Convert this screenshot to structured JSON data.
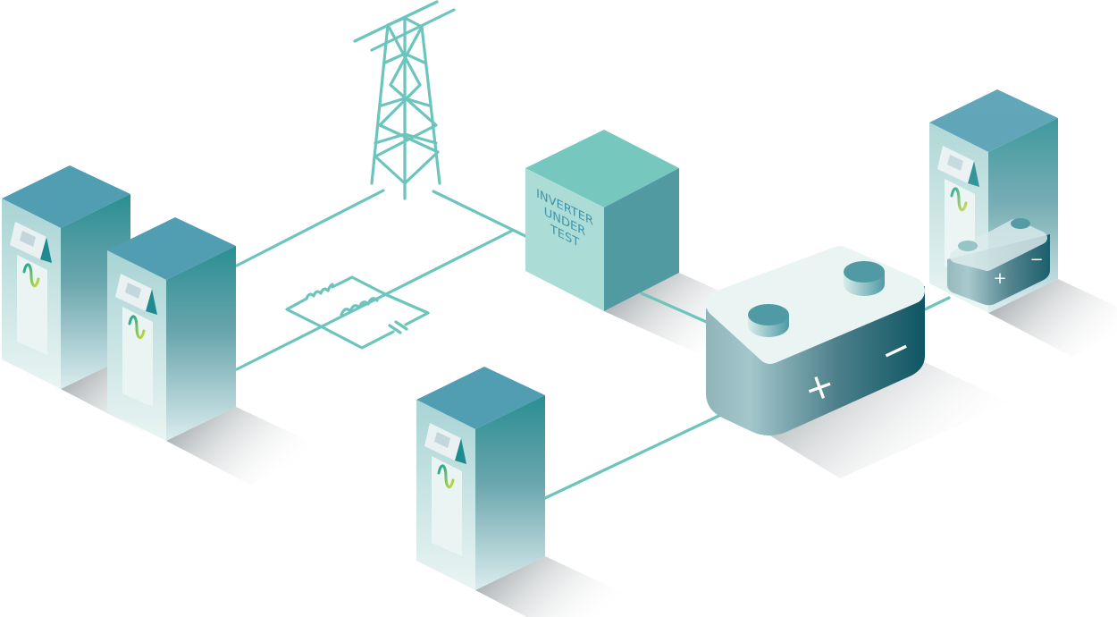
{
  "colors": {
    "wire": "#6cc5bc",
    "cabinet_top": "#519db1",
    "cabinet_side_top": "#2a8e93",
    "cabinet_front_top": "#a8d3d4",
    "inverter_top": "#76c7bd",
    "inverter_front": "#acdcd6",
    "inverter_side": "#519aa2",
    "battery_dark": "#0f5663",
    "battery_light": "#a3c7cb",
    "label": "#3f93a9"
  },
  "icons": {
    "pylon": "transmission-tower-icon",
    "network": "rlc-impedance-network-icon",
    "cabinet": "power-cabinet-icon",
    "battery": "battery-icon",
    "sine": "sine-wave-icon"
  },
  "inverter": {
    "line1": "INVERTER",
    "line2": "UNDER",
    "line3": "TEST"
  },
  "battery": {
    "plus": "+",
    "minus": "−"
  },
  "small_battery": {
    "plus": "+",
    "minus": "−"
  }
}
